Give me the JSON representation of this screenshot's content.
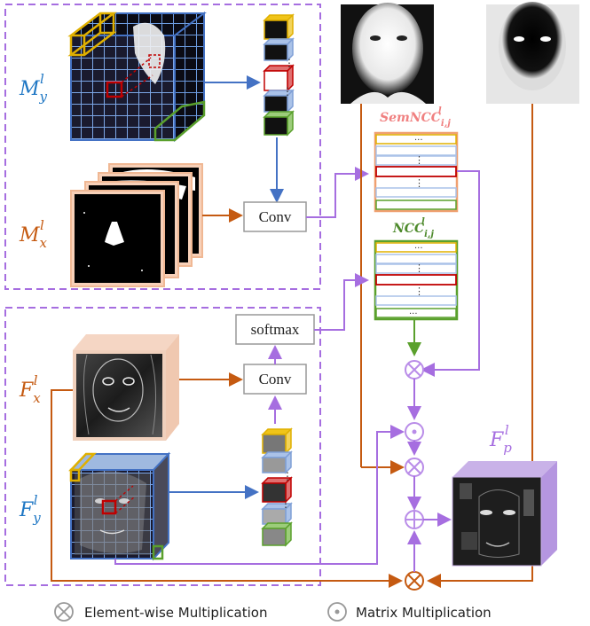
{
  "labels": {
    "m_y": "M",
    "m_y_sub": "y",
    "m_y_sup": "l",
    "m_x": "M",
    "m_x_sub": "x",
    "m_x_sup": "l",
    "f_x": "F",
    "f_x_sub": "x",
    "f_x_sup": "l",
    "f_y": "F",
    "f_y_sub": "y",
    "f_y_sup": "l",
    "f_p": "F",
    "f_p_sub": "p",
    "f_p_sup": "l",
    "semncc": "SemNCC",
    "semncc_sub": "i,j",
    "semncc_sup": "l",
    "ncc": "NCC",
    "ncc_sub": "i,j",
    "ncc_sup": "l"
  },
  "boxes": {
    "conv_top": "Conv",
    "softmax": "softmax",
    "conv_bottom": "Conv"
  },
  "matrix_dots": {
    "dots_h": "···",
    "dots_v": "⋮"
  },
  "legend": {
    "element_wise": "Element-wise Multiplication",
    "matrix_mult": "Matrix Multiplication"
  },
  "colors": {
    "blue": "#4472c4",
    "orange": "#c55a11",
    "purple": "#a66ee0",
    "dashed_border": "#a66ee0",
    "yellow": "#e0b000",
    "green": "#5aa02c",
    "red": "#c00000",
    "pink_label": "#f08080",
    "green_label": "#4e8a2c",
    "op_purple": "#b98ce8",
    "op_orange": "#c55a11"
  }
}
